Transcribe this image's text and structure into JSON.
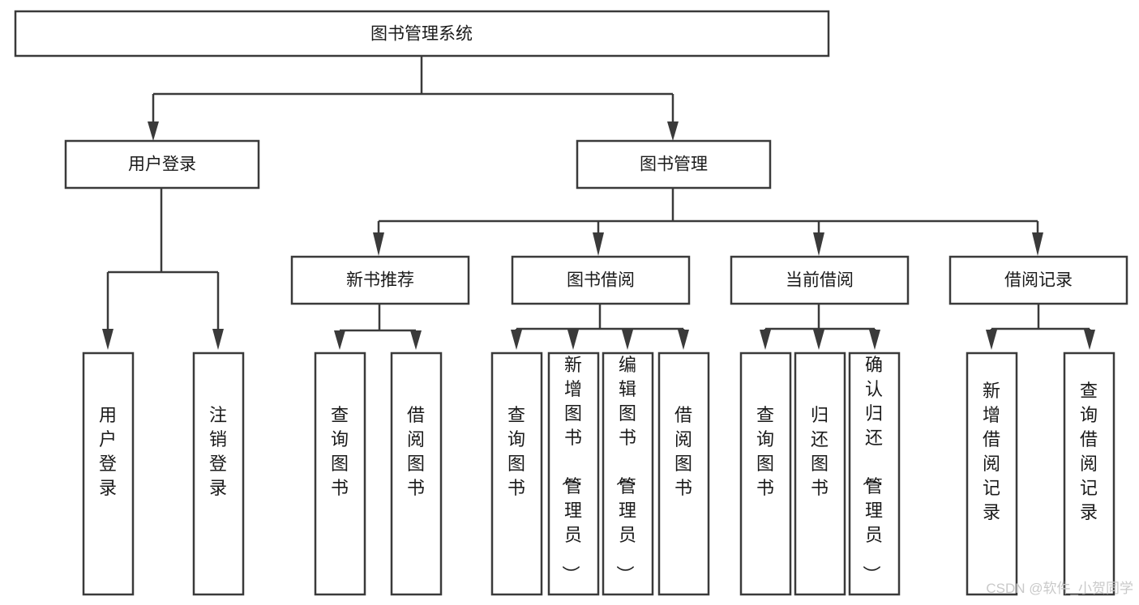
{
  "diagram": {
    "title": "图书管理系统",
    "type": "tree-hierarchy-diagram",
    "root": {
      "label": "图书管理系统"
    },
    "level2": [
      {
        "label": "用户登录"
      },
      {
        "label": "图书管理"
      }
    ],
    "level3": [
      {
        "label": "新书推荐"
      },
      {
        "label": "图书借阅"
      },
      {
        "label": "当前借阅"
      },
      {
        "label": "借阅记录"
      }
    ],
    "leaves_user_login": [
      {
        "label": "用户登录"
      },
      {
        "label": "注销登录"
      }
    ],
    "leaves_new_book": [
      {
        "label": "查询图书"
      },
      {
        "label": "借阅图书"
      }
    ],
    "leaves_borrow": [
      {
        "label": "查询图书"
      },
      {
        "label": "新增图书（管理员）"
      },
      {
        "label": "编辑图书（管理员）"
      },
      {
        "label": "借阅图书"
      }
    ],
    "leaves_current": [
      {
        "label": "查询图书"
      },
      {
        "label": "归还图书"
      },
      {
        "label": "确认归还（管理员）"
      }
    ],
    "leaves_record": [
      {
        "label": "新增借阅记录"
      },
      {
        "label": "查询借阅记录"
      }
    ]
  },
  "watermark": {
    "text": "CSDN @软件_小贺同学"
  },
  "colors": {
    "stroke": "#3a3a3a",
    "fill": "#ffffff",
    "text": "#1a1a1a",
    "watermark": "#c9c9c9"
  }
}
